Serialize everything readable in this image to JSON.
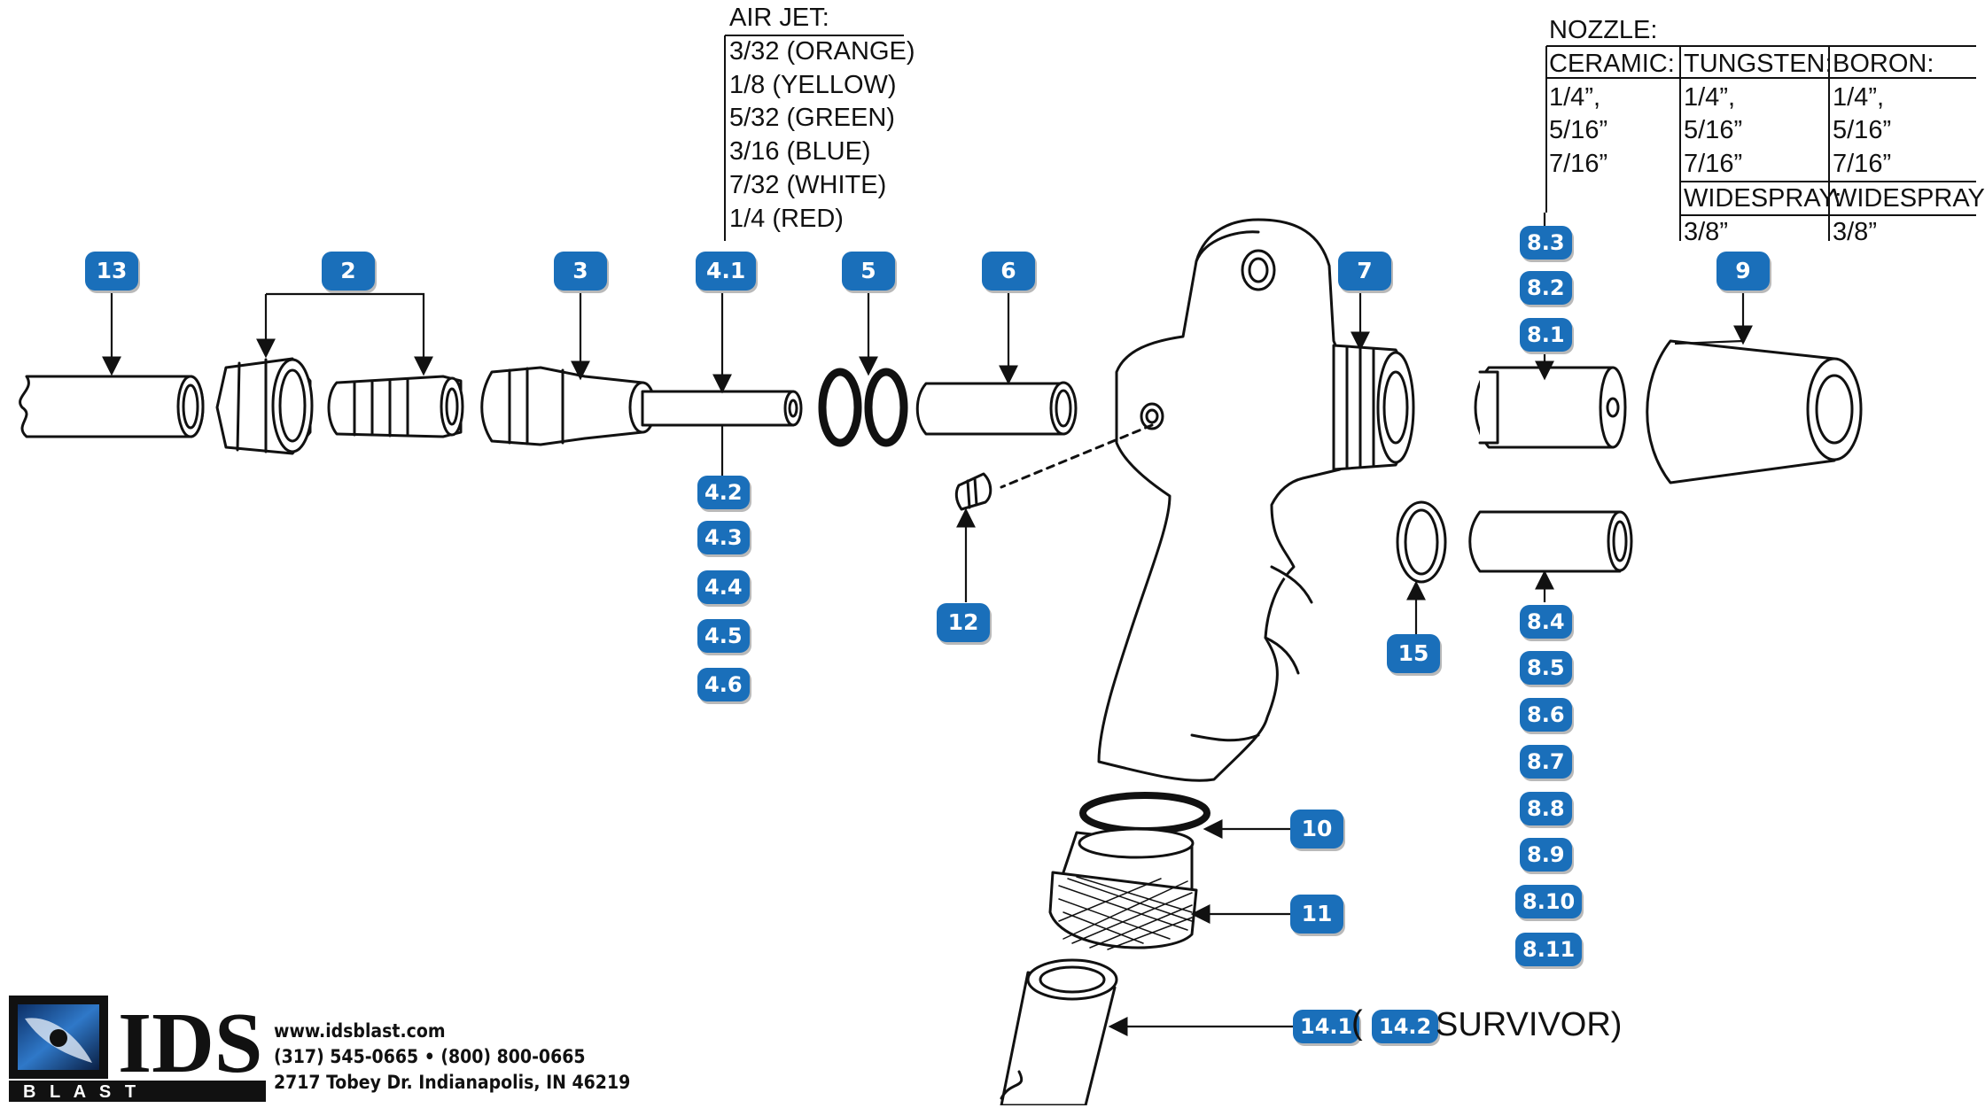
{
  "air_jet": {
    "title": "AIR JET:",
    "sizes": [
      "3/32 (ORANGE)",
      "1/8 (YELLOW)",
      "5/32 (GREEN)",
      "3/16 (BLUE)",
      "7/32 (WHITE)",
      "1/4 (RED)"
    ]
  },
  "nozzle": {
    "title": "NOZZLE:",
    "headers": [
      "CERAMIC:",
      "TUNGSTEN:",
      "BORON:"
    ],
    "ceramic": [
      "1/4”,",
      "5/16”",
      "7/16”"
    ],
    "tungsten": [
      "1/4”,",
      "5/16”",
      "7/16”"
    ],
    "boron": [
      "1/4”,",
      "5/16”",
      "7/16”"
    ],
    "widespray_label": "WIDESPRAY:",
    "widespray_tungsten": "3/8”",
    "widespray_boron": "3/8”"
  },
  "callouts": {
    "c13": "13",
    "c2": "2",
    "c3": "3",
    "c41": "4.1",
    "c5": "5",
    "c6": "6",
    "c7": "7",
    "c83": "8.3",
    "c82": "8.2",
    "c81": "8.1",
    "c9": "9",
    "c42": "4.2",
    "c43": "4.3",
    "c44": "4.4",
    "c45": "4.5",
    "c46": "4.6",
    "c12": "12",
    "c15": "15",
    "c84": "8.4",
    "c85": "8.5",
    "c86": "8.6",
    "c87": "8.7",
    "c88": "8.8",
    "c89": "8.9",
    "c810": "8.10",
    "c811": "8.11",
    "c10": "10",
    "c11": "11",
    "c141": "14.1",
    "c142": "14.2"
  },
  "survivor": {
    "open_paren": "(",
    "label": "SURVIVOR)"
  },
  "logo": {
    "brand": "IDS",
    "sub": "B L A S T",
    "website": "www.idsblast.com",
    "phone": "(317) 545-0665 • (800) 800-0665",
    "address": "2717 Tobey Dr. Indianapolis, IN 46219"
  },
  "colors": {
    "badge": "#1a6fba",
    "line": "#111111"
  }
}
